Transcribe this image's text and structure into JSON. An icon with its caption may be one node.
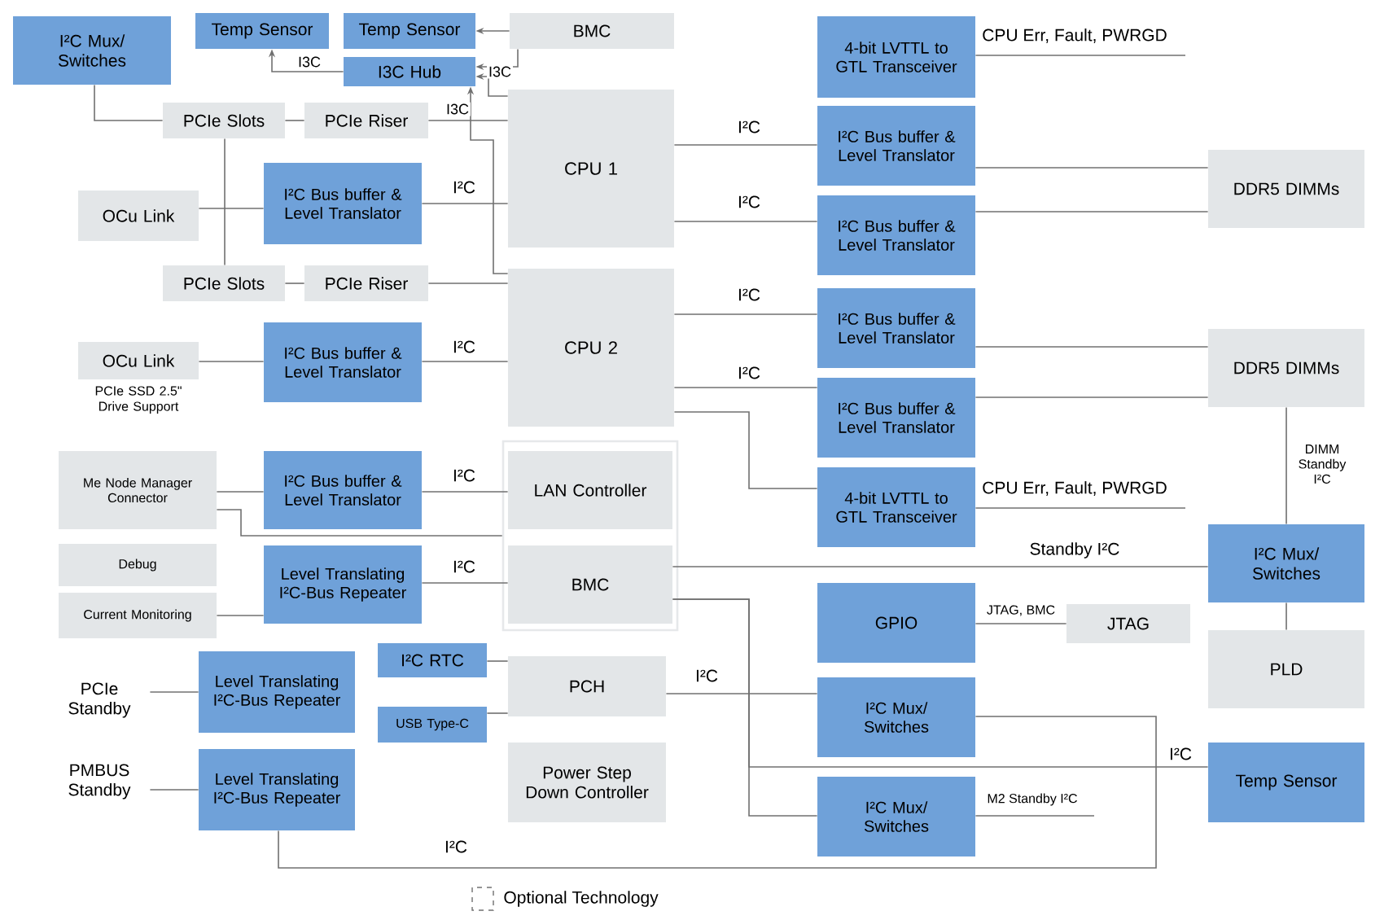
{
  "diagram": {
    "nodes": [
      {
        "text": [
          "I²C Mux/ Switches"
        ]
      },
      {
        "text": [
          "Temp Sensor"
        ]
      },
      {
        "text": [
          "Temp Sensor"
        ]
      },
      {
        "text": [
          "BMC"
        ]
      },
      {
        "text": [
          "I3C Hub"
        ]
      },
      {
        "text": [
          "PCIe Slots"
        ]
      },
      {
        "text": [
          "PCIe Riser"
        ]
      },
      {
        "text": [
          "CPU 1"
        ]
      },
      {
        "text": [
          "OCu Link"
        ]
      },
      {
        "text": [
          "I²C Bus buffer & Level Translator"
        ]
      },
      {
        "text": [
          "PCIe Slots"
        ]
      },
      {
        "text": [
          "PCIe Riser"
        ]
      },
      {
        "text": [
          "CPU 2"
        ]
      },
      {
        "text": [
          "OCu Link"
        ],
        "beside": [
          "PCIe SSD 2.5\" Drive Support"
        ]
      },
      {
        "text": [
          "I²C Bus buffer & Level Translator"
        ]
      },
      {
        "text": [
          "4-bit LVTTL to GTL Transceiver"
        ]
      },
      {
        "text": [
          "I²C Bus buffer & Level Translator"
        ]
      },
      {
        "text": [
          "I²C Bus buffer & Level Translator"
        ]
      },
      {
        "text": [
          "I²C Bus buffer & Level Translator"
        ]
      },
      {
        "text": [
          "I²C Bus buffer & Level Translator"
        ]
      },
      {
        "text": [
          "DDR5 DIMMs"
        ]
      },
      {
        "text": [
          "DDR5 DIMMs"
        ]
      },
      {
        "text": [
          "4-bit LVTTL to GTL Transceiver"
        ]
      },
      {
        "text": [
          "Me Node Manager Connector"
        ]
      },
      {
        "text": [
          "I²C Bus buffer & Level Translator"
        ]
      },
      {
        "text": [],
        "shape": "box"
      },
      {
        "text": [
          "LAN Controller"
        ],
        "in": 25
      },
      {
        "text": [
          "Debug"
        ]
      },
      {
        "text": [
          "Current Monitoring"
        ]
      },
      {
        "text": [
          "Level Translating I²C-Bus Repeater"
        ]
      },
      {
        "text": [
          "BMC"
        ],
        "in": 25
      },
      {
        "text": [
          "I²C Mux/ Switches"
        ]
      },
      {
        "text": [
          "GPIO"
        ]
      },
      {
        "text": [
          "JTAG"
        ]
      },
      {
        "text": [
          "PLD"
        ]
      },
      {
        "text": [
          "PCIe Standby"
        ]
      },
      {
        "text": [
          "Level Translating I²C-Bus Repeater"
        ]
      },
      {
        "text": [
          "I²C RTC"
        ]
      },
      {
        "text": [
          "USB Type-C"
        ]
      },
      {
        "text": [
          "PCH"
        ]
      },
      {
        "text": [
          "I²C Mux/ Switches"
        ]
      },
      {
        "text": [
          "Temp Sensor"
        ]
      },
      {
        "text": [
          "PMBUS Standby"
        ]
      },
      {
        "text": [
          "Level Translating I²C-Bus Repeater"
        ]
      },
      {
        "text": [
          "Power Step Down Controller"
        ]
      },
      {
        "text": [
          "I²C Mux/ Switches"
        ]
      }
    ],
    "edges": [
      {
        "from": 3,
        "to": 2,
        "arrow": "to"
      },
      {
        "from": 3,
        "to": 4,
        "arrow": "to"
      },
      {
        "from": 7,
        "to": 4,
        "arrow": "to",
        "label": "I3C"
      },
      {
        "from": 4,
        "to": 1,
        "arrow": "to",
        "label": "I3C"
      },
      {
        "from": 12,
        "to": 4,
        "arrow": "to",
        "label": "I3C"
      },
      {
        "from": 0,
        "to": 5,
        "arrow": "none"
      },
      {
        "from": 5,
        "to": 6,
        "arrow": "none"
      },
      {
        "from": 6,
        "to": 7,
        "arrow": "none"
      },
      {
        "from": 5,
        "to": 10,
        "arrow": "none"
      },
      {
        "from": 8,
        "to": 9,
        "arrow": "none"
      },
      {
        "from": 9,
        "to": 7,
        "arrow": "none",
        "label": "I²C"
      },
      {
        "from": 10,
        "to": 11,
        "arrow": "none"
      },
      {
        "from": 11,
        "to": 12,
        "arrow": "none"
      },
      {
        "from": 13,
        "to": 14,
        "arrow": "none"
      },
      {
        "from": 14,
        "to": 12,
        "arrow": "none",
        "label": "I²C"
      },
      {
        "from": 7,
        "to": 16,
        "arrow": "none",
        "label": "I²C"
      },
      {
        "from": 7,
        "to": 17,
        "arrow": "none",
        "label": "I²C"
      },
      {
        "from": 16,
        "to": 20,
        "arrow": "none"
      },
      {
        "from": 17,
        "to": 20,
        "arrow": "none"
      },
      {
        "from": 12,
        "to": 18,
        "arrow": "none",
        "label": "I²C"
      },
      {
        "from": 12,
        "to": 19,
        "arrow": "none",
        "label": "I²C"
      },
      {
        "from": 18,
        "to": 21,
        "arrow": "none"
      },
      {
        "from": 19,
        "to": 21,
        "arrow": "none"
      },
      {
        "from": 12,
        "to": 22,
        "arrow": "none"
      },
      {
        "from": 15,
        "to": null,
        "arrow": "none",
        "label": "CPU Err, Fault, PWRGD"
      },
      {
        "from": 22,
        "to": null,
        "arrow": "none",
        "label": "CPU Err, Fault, PWRGD"
      },
      {
        "from": 21,
        "to": 31,
        "arrow": "none",
        "label": "DIMM Standby I²C"
      },
      {
        "from": 31,
        "to": 34,
        "arrow": "none"
      },
      {
        "from": 30,
        "to": 31,
        "arrow": "none",
        "label": "Standby I²C"
      },
      {
        "from": 23,
        "to": 24,
        "arrow": "none"
      },
      {
        "from": 24,
        "to": 26,
        "arrow": "none",
        "label": "I²C"
      },
      {
        "from": 23,
        "to": 25,
        "arrow": "none"
      },
      {
        "from": 28,
        "to": 29,
        "arrow": "none"
      },
      {
        "from": 29,
        "to": 30,
        "arrow": "none",
        "label": "I²C"
      },
      {
        "from": 30,
        "to": 41,
        "arrow": "none",
        "label": "I²C"
      },
      {
        "from": 30,
        "to": 45,
        "arrow": "none"
      },
      {
        "from": 39,
        "to": 40,
        "arrow": "none",
        "label": "I²C"
      },
      {
        "from": 43,
        "to": 40,
        "arrow": "none",
        "label": "I²C"
      },
      {
        "from": 45,
        "to": null,
        "arrow": "none",
        "label": "M2 Standby I²C"
      },
      {
        "from": 32,
        "to": 33,
        "arrow": "none",
        "label": "JTAG, BMC"
      },
      {
        "from": 35,
        "to": 36,
        "arrow": "none"
      },
      {
        "from": 42,
        "to": 43,
        "arrow": "none"
      },
      {
        "from": 37,
        "to": 39,
        "arrow": "none"
      },
      {
        "from": 38,
        "to": 39,
        "arrow": "none"
      }
    ],
    "legend": [
      {
        "text": "Optional Technology"
      }
    ]
  }
}
